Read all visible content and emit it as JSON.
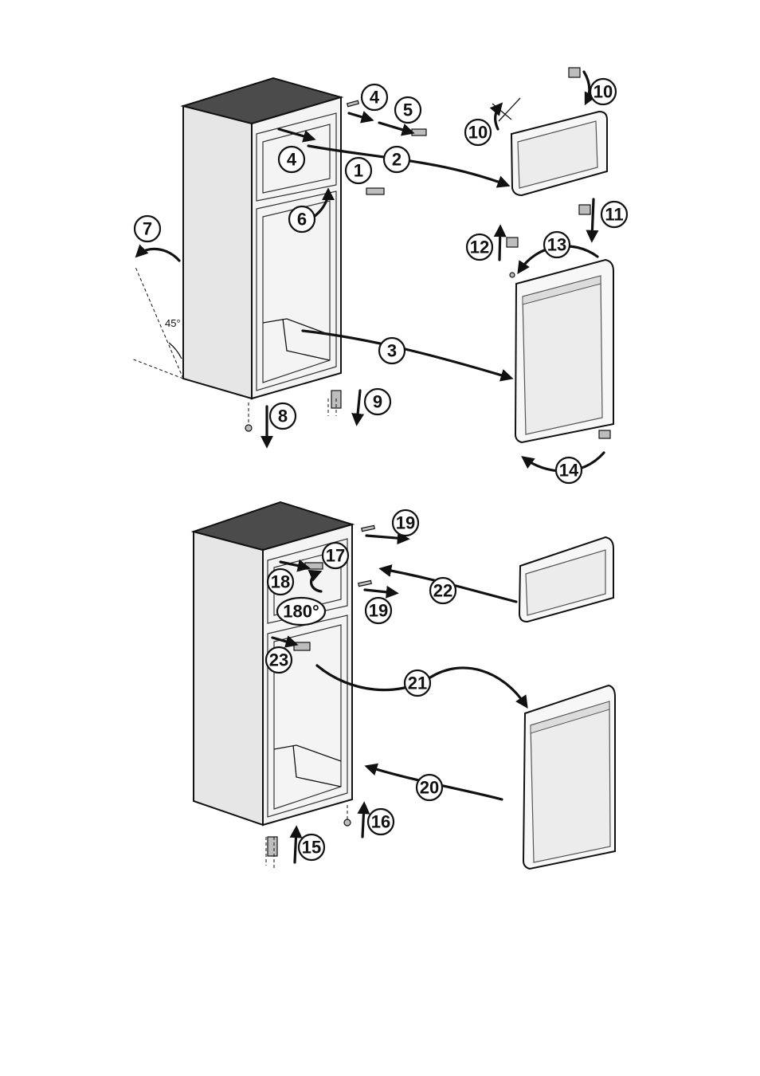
{
  "diagram": {
    "top_callouts": [
      "4",
      "5",
      "10",
      "10",
      "4",
      "2",
      "1",
      "6",
      "11",
      "7",
      "12",
      "13",
      "3",
      "8",
      "9",
      "14"
    ],
    "bottom_callouts": [
      "19",
      "17",
      "18",
      "22",
      "180°",
      "19",
      "23",
      "21",
      "20",
      "16",
      "15"
    ],
    "angle_label": "45°"
  }
}
